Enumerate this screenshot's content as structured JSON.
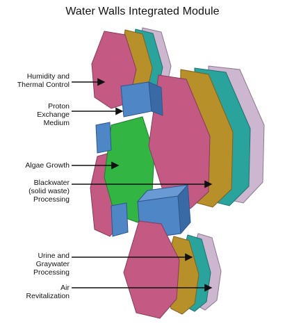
{
  "diagram": {
    "title": "Water Walls Integrated Module",
    "labels": {
      "humidity": "Humidity and Thermal Control",
      "humidity_line1": "Humidity and",
      "humidity_line2": "Thermal Control",
      "proton_line1": "Proton",
      "proton_line2": "Exchange",
      "proton_line3": "Medium",
      "algae": "Algae Growth",
      "black_line1": "Blackwater",
      "black_line2": "(solid waste)",
      "black_line3": "Processing",
      "urine_line1": "Urine and",
      "urine_line2": "Graywater",
      "urine_line3": "Processing",
      "air_line1": "Air",
      "air_line2": "Revitalization"
    },
    "colors": {
      "humidity_panel": "#c25a84",
      "algae_panel": "#33b544",
      "proton_block": "#4f86c6",
      "gold_panel": "#b8902a",
      "teal_panel": "#2aa39c",
      "lilac_panel": "#cdb6cf",
      "arrow": "#111111"
    }
  }
}
